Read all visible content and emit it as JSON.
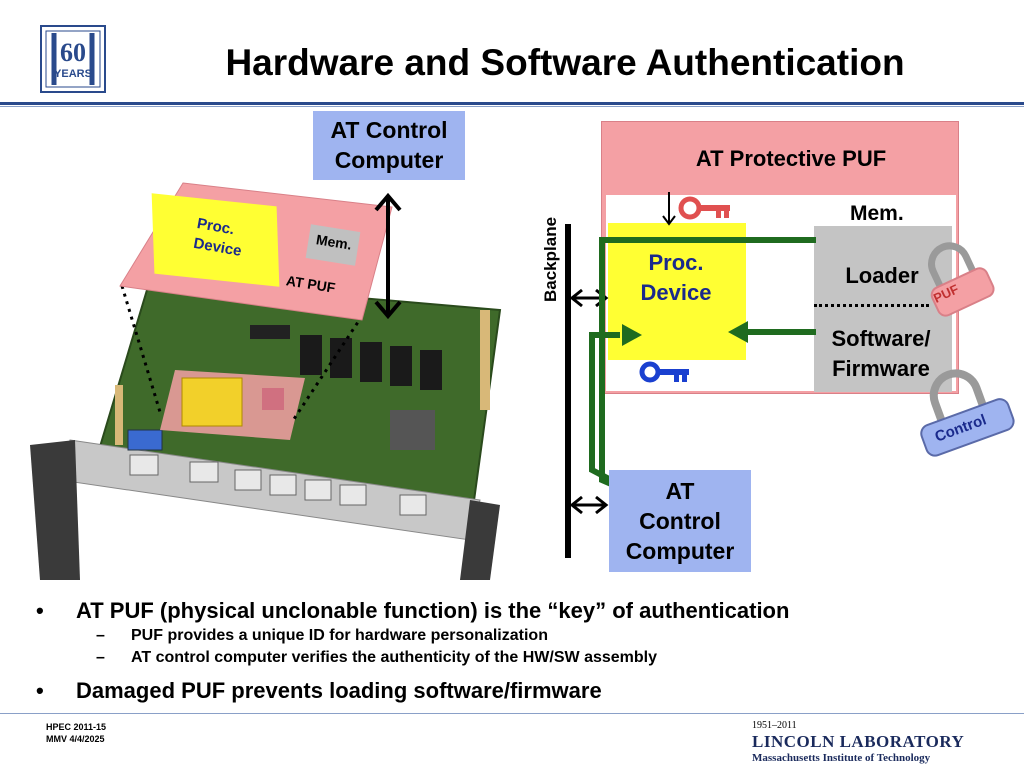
{
  "header": {
    "title": "Hardware and Software Authentication",
    "logo_number": "60",
    "logo_word": "YEARS"
  },
  "left_diagram": {
    "at_control_box": [
      "AT Control",
      "Computer"
    ],
    "overlay_proc": [
      "Proc.",
      "Device"
    ],
    "overlay_mem": "Mem.",
    "overlay_puf": "AT PUF"
  },
  "right_diagram": {
    "puf_header": "AT Protective PUF",
    "mem_label": "Mem.",
    "proc_device": [
      "Proc.",
      "Device"
    ],
    "loader": "Loader",
    "software_firmware": [
      "Software/",
      "Firmware"
    ],
    "backplane": "Backplane",
    "at_control_box": [
      "AT",
      "Control",
      "Computer"
    ],
    "lock_puf": "PUF",
    "lock_control": "Control"
  },
  "bullets": [
    {
      "text": "AT PUF (physical unclonable function) is the “key” of authentication",
      "subs": [
        "PUF provides a unique ID for hardware personalization",
        "AT control computer verifies the authenticity of the HW/SW assembly"
      ]
    },
    {
      "text": "Damaged PUF prevents loading software/firmware",
      "subs": []
    }
  ],
  "footer": {
    "line1": "HPEC 2011-15",
    "line2": "MMV 4/4/2025",
    "years": "1951–2011",
    "lab_name": "LINCOLN LABORATORY",
    "lab_sub": "Massachusetts Institute of Technology"
  },
  "colors": {
    "accent_blue": "#2a4a8c",
    "box_blue": "#9fb4f0",
    "puf_pink": "#f4a0a4",
    "proc_yellow": "#ffff33",
    "wire_green": "#1f6b1f",
    "mem_gray": "#bdbdbd",
    "key_red": "#e05050",
    "key_blue": "#1a40d0"
  }
}
